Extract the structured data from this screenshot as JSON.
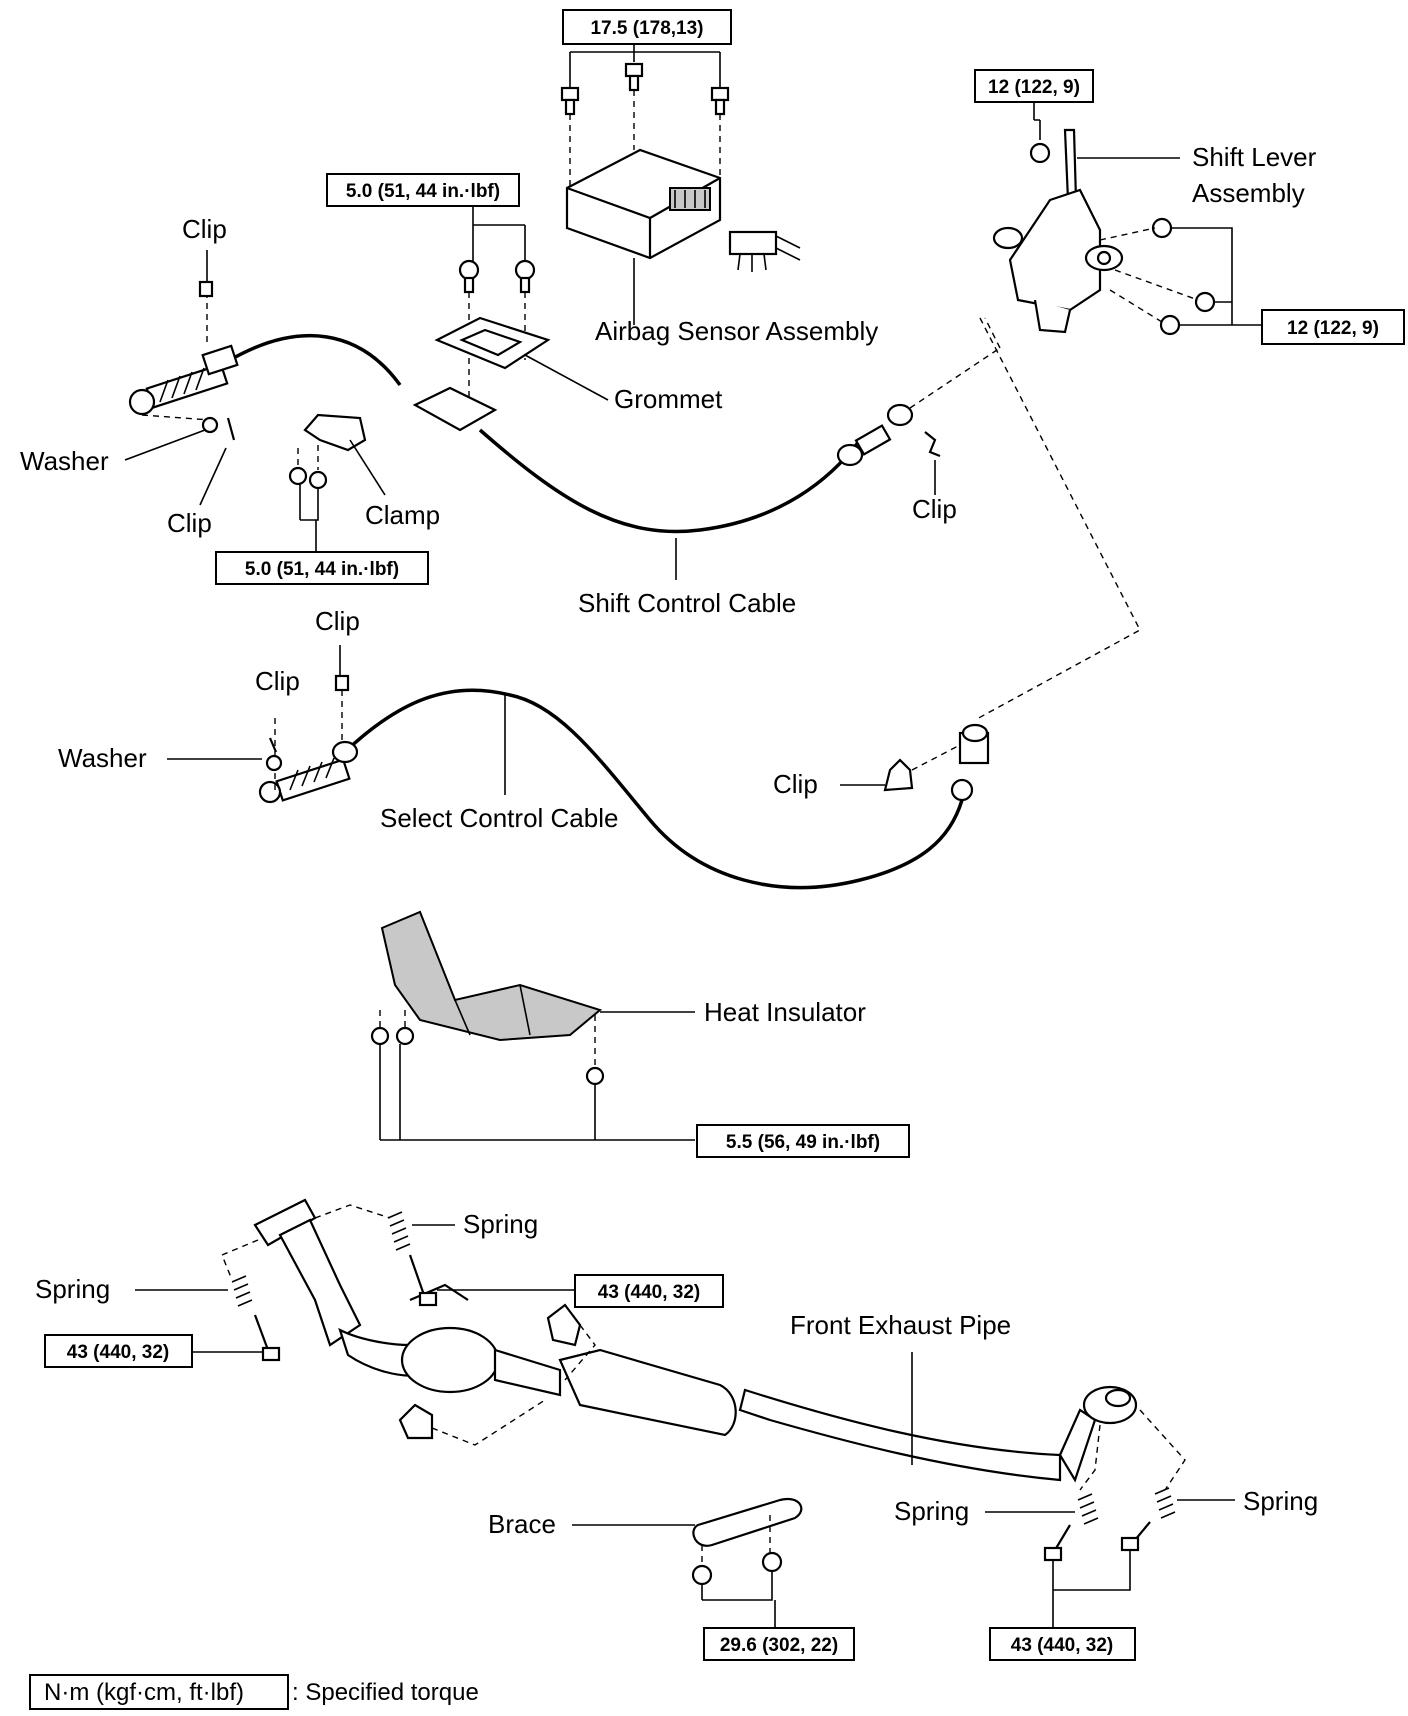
{
  "labels": {
    "airbag_sensor": "Airbag Sensor Assembly",
    "shift_lever_1": "Shift Lever",
    "shift_lever_2": "Assembly",
    "grommet": "Grommet",
    "clip": "Clip",
    "washer": "Washer",
    "clamp": "Clamp",
    "shift_cable": "Shift Control Cable",
    "select_cable": "Select Control Cable",
    "heat_insulator": "Heat Insulator",
    "spring": "Spring",
    "front_exhaust": "Front Exhaust Pipe",
    "brace": "Brace"
  },
  "torques": {
    "airbag": "17.5 (178,13)",
    "shift_lever_top": "12 (122, 9)",
    "shift_lever_right": "12 (122, 9)",
    "grommet": "5.0 (51, 44 in.·lbf)",
    "clamp": "5.0 (51, 44 in.·lbf)",
    "heat_insulator": "5.5 (56, 49 in.·lbf)",
    "exhaust_upper": "43 (440, 32)",
    "exhaust_left": "43 (440, 32)",
    "brace": "29.6 (302, 22)",
    "exhaust_rear": "43 (440, 32)"
  },
  "legend": {
    "unit": "N·m (kgf·cm, ft·lbf)",
    "text": ": Specified torque"
  }
}
